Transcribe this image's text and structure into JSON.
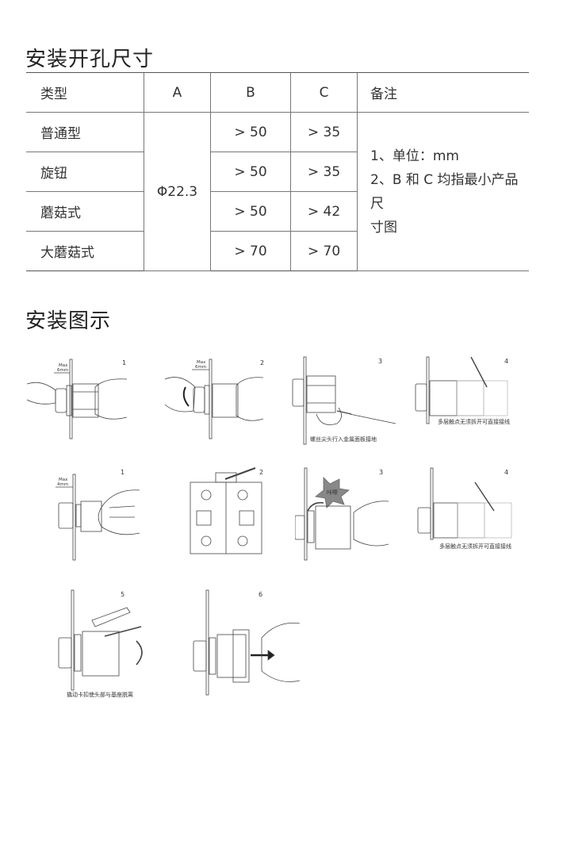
{
  "section1_title": "安装开孔尺寸",
  "section2_title": "安装图示",
  "table": {
    "headers": [
      "类型",
      "A",
      "B",
      "C",
      "备注"
    ],
    "rows": [
      {
        "type": "普通型",
        "b": "> 50",
        "c": "> 35"
      },
      {
        "type": "旋钮",
        "b": "> 50",
        "c": "> 35"
      },
      {
        "type": "蘑菇式",
        "b": "> 50",
        "c": "> 42"
      },
      {
        "type": "大蘑菇式",
        "b": "> 70",
        "c": "> 70"
      }
    ],
    "a_value": "Φ22.3",
    "note_line1": "1、单位：mm",
    "note_line2": "2、B 和 C 均指最小产品尺",
    "note_line3": "寸图"
  },
  "figures": {
    "row1": [
      {
        "num": "1",
        "max": "Max",
        "dim": "6mm"
      },
      {
        "num": "2",
        "max": "Max",
        "dim": "6mm"
      },
      {
        "num": "3",
        "caption": "螺丝尖头行入金属面板接地"
      },
      {
        "num": "4",
        "caption": "多层触点无须拆开可直接接线"
      }
    ],
    "row2": [
      {
        "num": "1",
        "max": "Max",
        "dim": "4mm"
      },
      {
        "num": "2"
      },
      {
        "num": "3",
        "badge": "咔嚓"
      },
      {
        "num": "4",
        "caption": "多层触点无须拆开可直接接线"
      }
    ],
    "row3": [
      {
        "num": "5",
        "caption": "撬动卡扣使头部与基座脱离"
      },
      {
        "num": "6"
      }
    ]
  }
}
